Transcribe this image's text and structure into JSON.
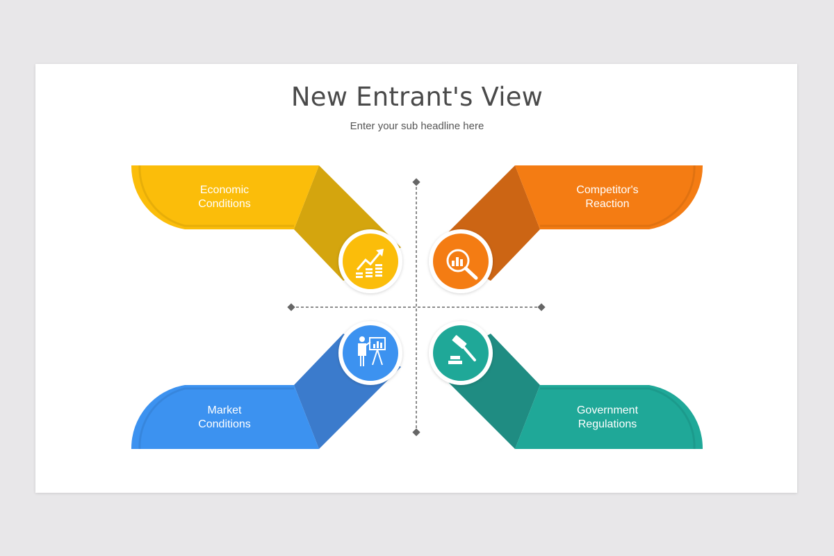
{
  "header": {
    "title": "New Entrant's View",
    "subtitle": "Enter your sub headline here"
  },
  "quadrants": [
    {
      "label": "Economic\nConditions",
      "icon": "growth-coins-icon",
      "color": "#fbbd0a",
      "fold_color": "#d4a50e"
    },
    {
      "label": "Competitor's\nReaction",
      "icon": "magnifier-chart-icon",
      "color": "#f47c13",
      "fold_color": "#cc6514"
    },
    {
      "label": "Market\nConditions",
      "icon": "presenter-board-icon",
      "color": "#3c92f0",
      "fold_color": "#3b7bcc"
    },
    {
      "label": "Government\nRegulations",
      "icon": "gavel-icon",
      "color": "#1fa898",
      "fold_color": "#1f8c82"
    }
  ]
}
